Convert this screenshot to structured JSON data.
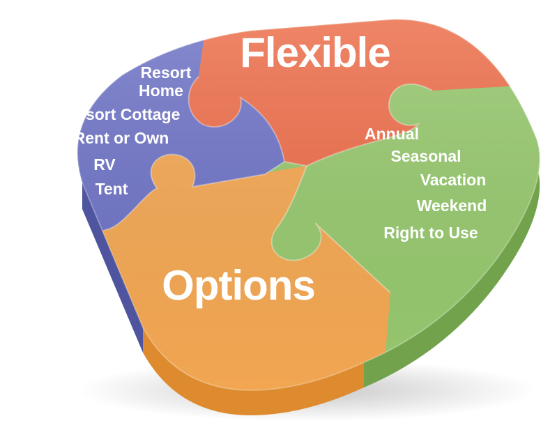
{
  "diagram": {
    "top_piece": {
      "title": "Flexible",
      "color": "#ee6e4a"
    },
    "left_piece": {
      "color": "#6f74c7",
      "items": [
        "Resort",
        "Home",
        "Resort Cottage",
        "Rent or Own",
        "RV",
        "Tent"
      ]
    },
    "right_piece": {
      "color": "#97c96e",
      "items": [
        "Annual",
        "Seasonal",
        "Vacation",
        "Weekend",
        "Right to Use"
      ]
    },
    "bottom_piece": {
      "title": "Options",
      "color": "#f5a853"
    }
  }
}
